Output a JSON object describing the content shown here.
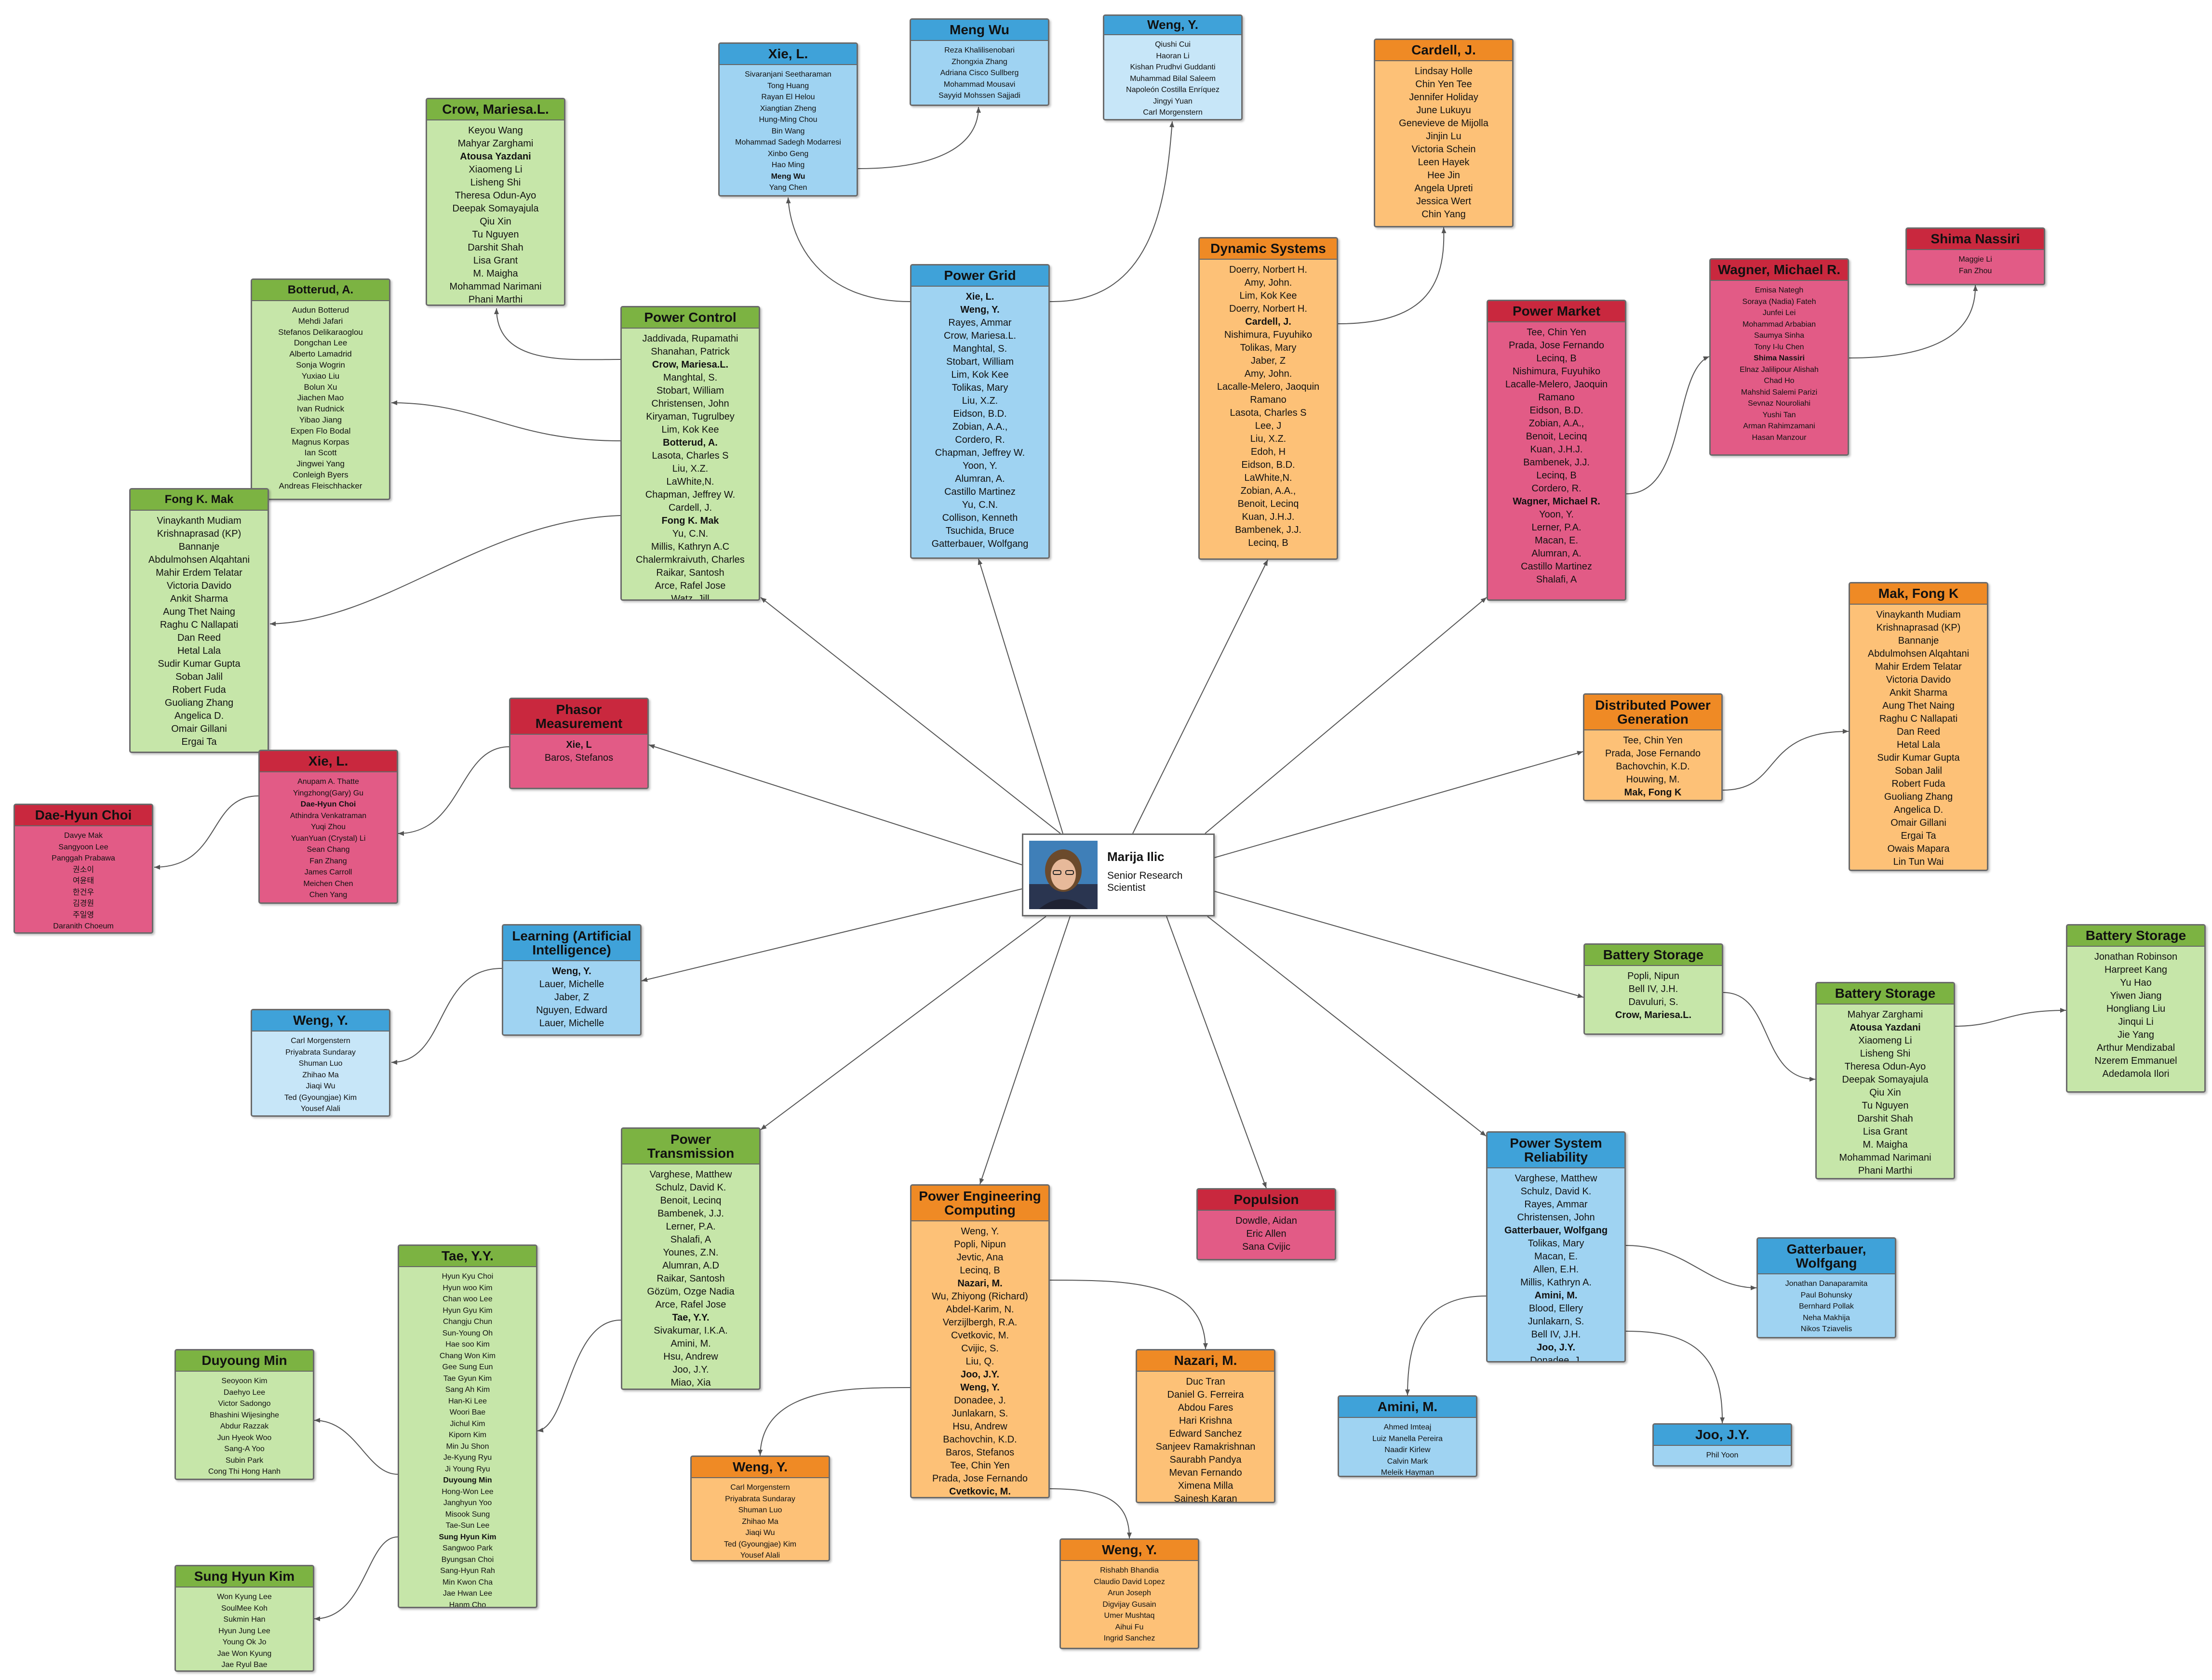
{
  "center": {
    "name": "Marija Ilic",
    "title": "Senior Research Scientist"
  },
  "nodes": [
    {
      "id": "power-control",
      "color": "green",
      "title": "Power Control",
      "items": [
        "Jaddivada, Rupamathi",
        "Shanahan, Patrick",
        "Crow, Mariesa.L.",
        "Manghtal, S.",
        "Stobart, William",
        "Christensen, John",
        "Kiryaman, Tugrulbey",
        "Lim, Kok Kee",
        "Botterud, A.",
        "Lasota, Charles S",
        "Liu, X.Z.",
        "LaWhite,N.",
        "Chapman, Jeffrey W.",
        "Cardell, J.",
        "Fong K. Mak",
        "Yu, C.N.",
        "Millis, Kathryn A.C",
        "Chalermkraivuth, Charles",
        "Raikar, Santosh",
        "Arce, Rafel Jose",
        "Watz, Jill"
      ],
      "bold": [
        2,
        8,
        14
      ]
    },
    {
      "id": "crow",
      "color": "green",
      "title": "Crow, Mariesa.L.",
      "items": [
        "Keyou Wang",
        "Mahyar Zarghami",
        "Atousa Yazdani",
        "Xiaomeng Li",
        "Lisheng Shi",
        "Theresa Odun-Ayo",
        "Deepak Somayajula",
        "Qiu Xin",
        "Tu Nguyen",
        "Darshit Shah",
        "Lisa Grant",
        "M. Maigha",
        "Mohammad Narimani",
        "Phani Marthi"
      ],
      "bold": [
        2
      ]
    },
    {
      "id": "botterud",
      "color": "green",
      "title": "Botterud, A.",
      "items": [
        "Audun Botterud",
        "Mehdi Jafari",
        "Stefanos Delikaraoglou",
        "Dongchan Lee",
        "Alberto Lamadrid",
        "Sonja Wogrin",
        "Yuxiao Liu",
        "Bolun Xu",
        "Jiachen Mao",
        "Ivan Rudnick",
        "Yibao Jiang",
        "Expen Flo Bodal",
        "Magnus Korpas",
        "Ian Scott",
        "Jingwei Yang",
        "Conleigh Byers",
        "Andreas Fleischhacker"
      ],
      "bold": []
    },
    {
      "id": "fongmak-left",
      "color": "green",
      "title": "Fong K. Mak",
      "items": [
        "Vinaykanth Mudiam",
        "Krishnaprasad (KP)",
        "Bannanje",
        "Abdulmohsen Alqahtani",
        "Mahir Erdem Telatar",
        "Victoria Davido",
        "Ankit Sharma",
        "Aung Thet Naing",
        "Raghu C Nallapati",
        "Dan Reed",
        "Hetal Lala",
        "Sudir Kumar Gupta",
        "Soban Jalil",
        "Robert Fuda",
        "Guoliang Zhang",
        "Angelica D.",
        "Omair Gillani",
        "Ergai Ta"
      ],
      "bold": []
    },
    {
      "id": "xie-top",
      "color": "blue",
      "title": "Xie, L.",
      "items": [
        "Sivaranjani Seetharaman",
        "Tong Huang",
        "Rayan El Helou",
        "Xiangtian Zheng",
        "Hung-Ming Chou",
        "Bin Wang",
        "Mohammad Sadegh Modarresi",
        "Xinbo Geng",
        "Hao Ming",
        "Meng Wu",
        "Yang Chen"
      ],
      "bold": [
        9
      ]
    },
    {
      "id": "mengwu",
      "color": "blue",
      "title": "Meng Wu",
      "items": [
        "Reza Khalilisenobari",
        "Zhongxia Zhang",
        "Adriana Cisco Sullberg",
        "Mohammad Mousavi",
        "Sayyid Mohssen Sajjadi"
      ],
      "bold": []
    },
    {
      "id": "weng-top",
      "color": "lblue",
      "title": "Weng, Y.",
      "items": [
        "Qiushi Cui",
        "Haoran Li",
        "Kishan Prudhvi  Guddanti",
        "Muhammad Bilal  Saleem",
        "Napoleón Costilla Enríquez",
        "Jingyi Yuan",
        "Carl Morgenstern"
      ],
      "bold": []
    },
    {
      "id": "power-grid",
      "color": "blue",
      "title": "Power Grid",
      "items": [
        "Xie, L.",
        "Weng, Y.",
        "Rayes, Ammar",
        "Crow, Mariesa.L.",
        "Manghtal, S.",
        "Stobart, William",
        "Lim, Kok Kee",
        "Tolikas, Mary",
        "Liu, X.Z.",
        "Eidson, B.D.",
        "Zobian, A.A.,",
        "Cordero, R.",
        "Chapman, Jeffrey W.",
        "Yoon, Y.",
        "Alumran, A.",
        "Castillo Martinez",
        "Yu, C.N.",
        "Collison, Kenneth",
        "Tsuchida, Bruce",
        "Gatterbauer, Wolfgang"
      ],
      "bold": [
        0,
        1
      ]
    },
    {
      "id": "cardell",
      "color": "orange",
      "title": "Cardell, J.",
      "items": [
        "Lindsay Holle",
        "Chin Yen Tee",
        "Jennifer Holiday",
        "June Lukuyu",
        "Genevieve de Mijolla",
        "Jinjin Lu",
        "Victoria Schein",
        "Leen Hayek",
        "Hee Jin",
        "Angela Upreti",
        "Jessica Wert",
        "Chin Yang"
      ],
      "bold": []
    },
    {
      "id": "dynamic-systems",
      "color": "orange",
      "title": "Dynamic Systems",
      "items": [
        "Doerry, Norbert H.",
        "Amy, John.",
        "Lim, Kok Kee",
        "Doerry, Norbert H.",
        "Cardell, J.",
        "Nishimura, Fuyuhiko",
        "Tolikas, Mary",
        "Jaber, Z",
        "Amy, John.",
        "Lacalle-Melero, Jaoquin",
        "Ramano",
        "Lasota, Charles S",
        "Lee, J",
        "Liu, X.Z.",
        "Edoh, H",
        "Eidson, B.D.",
        "LaWhite,N.",
        "Zobian, A.A.,",
        "Benoit, Lecinq",
        "Kuan, J.H.J.",
        "Bambenek, J.J.",
        "Lecinq, B"
      ],
      "bold": [
        4
      ]
    },
    {
      "id": "power-market",
      "color": "red",
      "title": "Power Market",
      "items": [
        "Tee, Chin Yen",
        "Prada, Jose Fernando",
        "Lecinq, B",
        "Nishimura, Fuyuhiko",
        "Lacalle-Melero, Jaoquin",
        "Ramano",
        "Eidson, B.D.",
        "Zobian, A.A.,",
        "Benoit, Lecinq",
        "Kuan, J.H.J.",
        "Bambenek, J.J.",
        "Lecinq, B",
        "Cordero, R.",
        "Wagner, Michael R.",
        "Yoon, Y.",
        "Lerner, P.A.",
        "Macan, E.",
        "Alumran, A.",
        "Castillo Martinez",
        "Shalafi, A"
      ],
      "bold": [
        13
      ]
    },
    {
      "id": "wagner",
      "color": "red",
      "title": "Wagner, Michael R.",
      "items": [
        "Emisa Nategh",
        "Soraya (Nadia) Fateh",
        "Junfei Lei",
        "Mohammad Arbabian",
        "Saumya Sinha",
        "Tony I-lu Chen",
        "Shima Nassiri",
        "Elnaz Jalilipour Alishah",
        "Chad Ho",
        "Mahshid Salemi Parizi",
        "Sevnaz Nouroliahi",
        "Yushi Tan",
        "Arman Rahimzamani",
        "Hasan Manzour"
      ],
      "bold": [
        6
      ]
    },
    {
      "id": "shima",
      "color": "red",
      "title": "Shima Nassiri",
      "items": [
        "Maggie Li",
        "Fan Zhou"
      ],
      "bold": []
    },
    {
      "id": "phasor",
      "color": "red",
      "title": "Phasor Measurement",
      "items": [
        "Xie, L",
        "Baros, Stefanos"
      ],
      "bold": [
        0
      ]
    },
    {
      "id": "xie-left",
      "color": "red",
      "title": "Xie, L.",
      "items": [
        "Anupam A. Thatte",
        "Yingzhong(Gary) Gu",
        "Dae-Hyun Choi",
        "Athindra Venkatraman",
        "Yuqi Zhou",
        "YuanYuan (Crystal) Li",
        "Sean Chang",
        "Fan Zhang",
        "James Carroll",
        "Meichen Chen",
        "Chen Yang"
      ],
      "bold": [
        2
      ]
    },
    {
      "id": "daehyun",
      "color": "red",
      "title": "Dae-Hyun Choi",
      "items": [
        "Davye Mak",
        "Sangyoon Lee",
        "Panggah Prabawa",
        "권소이",
        "여윤태",
        "한건우",
        "김경원",
        "주일영",
        "Daranith Choeum"
      ],
      "bold": []
    },
    {
      "id": "dpg",
      "color": "orange",
      "title": "Distributed Power Generation",
      "items": [
        "Tee, Chin Yen",
        "Prada, Jose Fernando",
        "Bachovchin, K.D.",
        "Houwing, M.",
        "Mak, Fong K"
      ],
      "bold": [
        4
      ]
    },
    {
      "id": "mak-right",
      "color": "orange",
      "title": "Mak, Fong K",
      "items": [
        "Vinaykanth Mudiam",
        "Krishnaprasad (KP)",
        "Bannanje",
        "Abdulmohsen Alqahtani",
        "Mahir Erdem Telatar",
        "Victoria Davido",
        "Ankit Sharma",
        "Aung Thet Naing",
        "Raghu C Nallapati",
        "Dan Reed",
        "Hetal Lala",
        "Sudir Kumar Gupta",
        "Soban Jalil",
        "Robert Fuda",
        "Guoliang Zhang",
        "Angelica D.",
        "Omair Gillani",
        "Ergai Ta",
        "Owais Mapara",
        "Lin Tun Wai"
      ],
      "bold": []
    },
    {
      "id": "learning",
      "color": "blue",
      "title": "Learning (Artificial Intelligence)",
      "items": [
        "Weng, Y.",
        "Lauer, Michelle",
        "Jaber, Z",
        "Nguyen, Edward",
        "Lauer, Michelle"
      ],
      "bold": [
        0
      ]
    },
    {
      "id": "weng-left",
      "color": "lblue",
      "title": "Weng, Y.",
      "items": [
        "Carl Morgenstern",
        "Priyabrata Sundaray",
        "Shuman Luo",
        "Zhihao Ma",
        "Jiaqi Wu",
        "Ted (Gyoungjae) Kim",
        "Yousef Alali"
      ],
      "bold": []
    },
    {
      "id": "battery-1",
      "color": "green",
      "title": "Battery Storage",
      "items": [
        "Popli, Nipun",
        "Bell IV, J.H.",
        "Davuluri, S.",
        "Crow, Mariesa.L."
      ],
      "bold": [
        3
      ]
    },
    {
      "id": "battery-2",
      "color": "green",
      "title": "Battery Storage",
      "items": [
        "Mahyar Zarghami",
        "Atousa Yazdani",
        "Xiaomeng Li",
        "Lisheng Shi",
        "Theresa Odun-Ayo",
        "Deepak Somayajula",
        "Qiu Xin",
        "Tu Nguyen",
        "Darshit Shah",
        "Lisa Grant",
        "M. Maigha",
        "Mohammad Narimani",
        "Phani Marthi"
      ],
      "bold": [
        1
      ]
    },
    {
      "id": "battery-3",
      "color": "green",
      "title": "Battery Storage",
      "items": [
        "Jonathan Robinson",
        "Harpreet Kang",
        "Yu Hao",
        "Yiwen Jiang",
        "Hongliang Liu",
        "Jinqui Li",
        "Jie Yang",
        "Arthur Mendizabal",
        "Nzerem Emmanuel",
        "Adedamola Ilori"
      ],
      "bold": []
    },
    {
      "id": "power-transmission",
      "color": "green",
      "title": "Power Transmission",
      "items": [
        "Varghese, Matthew",
        "Schulz, David K.",
        "Benoit, Lecinq",
        "Bambenek, J.J.",
        "Lerner, P.A.",
        "Shalafi, A",
        "Younes, Z.N.",
        "Alumran, A.D",
        "Raikar, Santosh",
        "Gözüm, Ozge Nadia",
        "Arce, Rafel Jose",
        "Tae, Y.Y.",
        "Sivakumar, I.K.A.",
        "Amini, M.",
        "Hsu, Andrew",
        "Joo, J.Y.",
        "Miao, Xia"
      ],
      "bold": [
        11
      ]
    },
    {
      "id": "tae",
      "color": "green",
      "title": "Tae, Y.Y.",
      "items": [
        "Hyun Kyu Choi",
        "Hyun woo Kim",
        "Chan woo Lee",
        "Hyun Gyu Kim",
        "Changju Chun",
        "Sun-Young Oh",
        "Hae soo Kim",
        "Chang Won Kim",
        "Gee Sung Eun",
        "Tae Gyun Kim",
        "Sang Ah Kim",
        "Han-Ki Lee",
        "Woori Bae",
        "Jichul Kim",
        "Kiporn Kim",
        "Min Ju Shon",
        "Je-Kyung Ryu",
        "Ji Young Ryu",
        "Duyoung Min",
        "Hong-Won Lee",
        "Janghyun Yoo",
        "Misook Sung",
        "Tae-Sun Lee",
        "Sung Hyun Kim",
        "Sangwoo Park",
        "Byungsan Choi",
        "Sang-Hyun Rah",
        "Min Kwon Cha",
        "Jae Hwan Lee",
        "Hanm Cho"
      ],
      "bold": [
        18,
        23
      ]
    },
    {
      "id": "duyoung",
      "color": "green",
      "title": "Duyoung Min",
      "items": [
        "Seoyoon Kim",
        "Daehyo Lee",
        "Victor Sadongo",
        "Bhashini Wijesinghe",
        "Abdur Razzak",
        "Jun Hyeok Woo",
        "Sang-A Yoo",
        "Subin Park",
        "Cong Thi Hong Hanh"
      ],
      "bold": []
    },
    {
      "id": "sunghyun",
      "color": "green",
      "title": "Sung Hyun Kim",
      "items": [
        "Won Kyung Lee",
        "SoulMee Koh",
        "Sukmin Han",
        "Hyun Jung Lee",
        "Young Ok Jo",
        "Jae Won Kyung",
        "Jae Ryul Bae"
      ],
      "bold": []
    },
    {
      "id": "pec",
      "color": "orange",
      "title": "Power Engineering Computing",
      "items": [
        "Weng, Y.",
        "Popli, Nipun",
        "Jevtic, Ana",
        "Lecinq, B",
        "Nazari, M.",
        "Wu, Zhiyong (Richard)",
        "Abdel-Karim, N.",
        "Verzijlbergh, R.A.",
        "Cvetkovic, M.",
        "Cvijic, S.",
        "Liu, Q.",
        "Joo, J.Y.",
        "Weng, Y.",
        "Donadee, J.",
        "Junlakarn, S.",
        "Hsu, Andrew",
        "Bachovchin, K.D.",
        "Baros, Stefanos",
        "Tee, Chin Yen",
        "Prada, Jose Fernando",
        "Cvetkovic, M."
      ],
      "bold": [
        4,
        11,
        12,
        20
      ]
    },
    {
      "id": "weng-bottom-left",
      "color": "orange",
      "title": "Weng, Y.",
      "items": [
        "Carl Morgenstern",
        "Priyabrata Sundaray",
        "Shuman Luo",
        "Zhihao Ma",
        "Jiaqi Wu",
        "Ted (Gyoungjae) Kim",
        "Yousef Alali"
      ],
      "bold": []
    },
    {
      "id": "nazari",
      "color": "orange",
      "title": "Nazari, M.",
      "items": [
        "Duc Tran",
        "Daniel G. Ferreira",
        "Abdou Fares",
        "Hari Krishna",
        "Edward Sanchez",
        "Sanjeev Ramakrishnan",
        "Saurabh Pandya",
        "Mevan Fernando",
        "Ximena Milla",
        "Sainesh Karan"
      ],
      "bold": []
    },
    {
      "id": "weng-bottom",
      "color": "orange",
      "title": "Weng, Y.",
      "items": [
        "Rishabh Bhandia",
        "Claudio David Lopez",
        "Arun Joseph",
        "Digvijay Gusain",
        "Umer Mushtaq",
        "Aihui Fu",
        "Ingrid Sanchez"
      ],
      "bold": []
    },
    {
      "id": "populsion",
      "color": "red",
      "title": "Populsion",
      "items": [
        "Dowdle, Aidan",
        "Eric Allen",
        "Sana Cvijic"
      ],
      "bold": []
    },
    {
      "id": "psr",
      "color": "blue",
      "title": "Power System Reliability",
      "items": [
        "Varghese, Matthew",
        "Schulz, David K.",
        "Rayes, Ammar",
        "Christensen, John",
        "Gatterbauer, Wolfgang",
        "Tolikas, Mary",
        "Macan, E.",
        "Allen, E.H.",
        "Millis, Kathryn A.",
        "Amini, M.",
        "Blood, Ellery",
        "Junlakarn, S.",
        "Bell IV, J.H.",
        "Joo, J.Y.",
        "Donadee, J."
      ],
      "bold": [
        4,
        9,
        13
      ]
    },
    {
      "id": "gatterbauer",
      "color": "blue",
      "title": "Gatterbauer, Wolfgang",
      "items": [
        "Jonathan Danaparamita",
        "Paul Bohunsky",
        "Bernhard Pollak",
        "Neha Makhija",
        "Nikos Tziavelis"
      ],
      "bold": []
    },
    {
      "id": "amini",
      "color": "blue",
      "title": "Amini, M.",
      "items": [
        "Ahmed Imteaj",
        "Luiz Manella Pereira",
        "Naadir Kirlew",
        "Calvin Mark",
        "Meleik Hayman"
      ],
      "bold": []
    },
    {
      "id": "joo",
      "color": "blue",
      "title": "Joo, J.Y.",
      "items": [
        "Phil Yoon"
      ],
      "bold": []
    }
  ]
}
